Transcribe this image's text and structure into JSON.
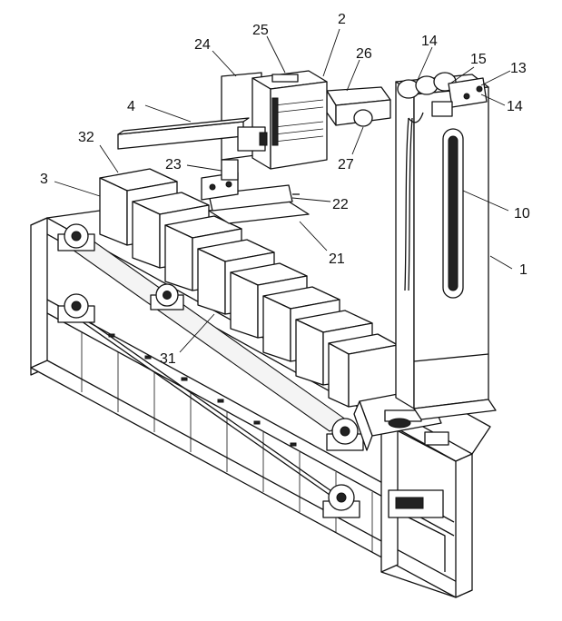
{
  "labels": {
    "l1": "1",
    "l2": "2",
    "l3": "3",
    "l4": "4",
    "l10": "10",
    "l13": "13",
    "l14a": "14",
    "l14b": "14",
    "l15": "15",
    "l21": "21",
    "l22": "22",
    "l23": "23",
    "l24": "24",
    "l25": "25",
    "l26": "26",
    "l27": "27",
    "l31": "31",
    "l32": "32"
  }
}
